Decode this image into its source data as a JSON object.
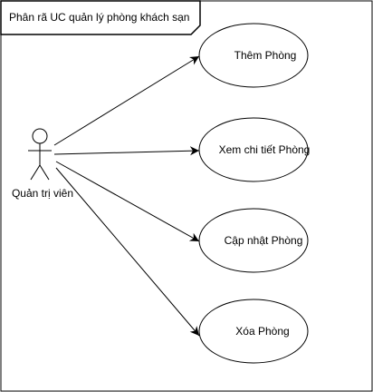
{
  "frame": {
    "title": "Phân rã UC quản lý phòng khách sạn"
  },
  "actor": {
    "label": "Quản trị viên"
  },
  "use_cases": [
    {
      "label": "Thêm Phòng"
    },
    {
      "label": "Xem chi tiết Phòng"
    },
    {
      "label": "Cập nhật Phòng"
    },
    {
      "label": "Xóa Phòng"
    }
  ],
  "colors": {
    "stroke": "#000000",
    "fill": "#ffffff"
  }
}
